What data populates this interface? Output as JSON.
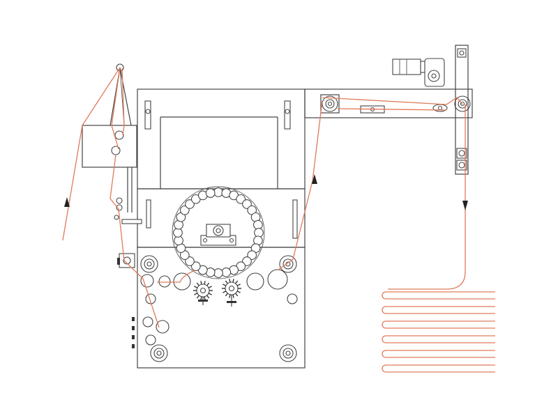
{
  "diagram": {
    "colors": {
      "background": "#ffffff",
      "line": "#444444",
      "strand": "#e07a5a",
      "arrow": "#222222"
    },
    "components": [
      "frame",
      "tension-arm",
      "upper-chamber",
      "roller-ring",
      "shaft-bearing-block",
      "lower-cabinet",
      "brush-rollers",
      "overhead-beam",
      "gear-motor",
      "vertical-guide-post",
      "output-coils"
    ],
    "ring_rollers": 32,
    "output_coil_loops": 6,
    "flow_arrows": [
      "up",
      "up",
      "down"
    ]
  }
}
